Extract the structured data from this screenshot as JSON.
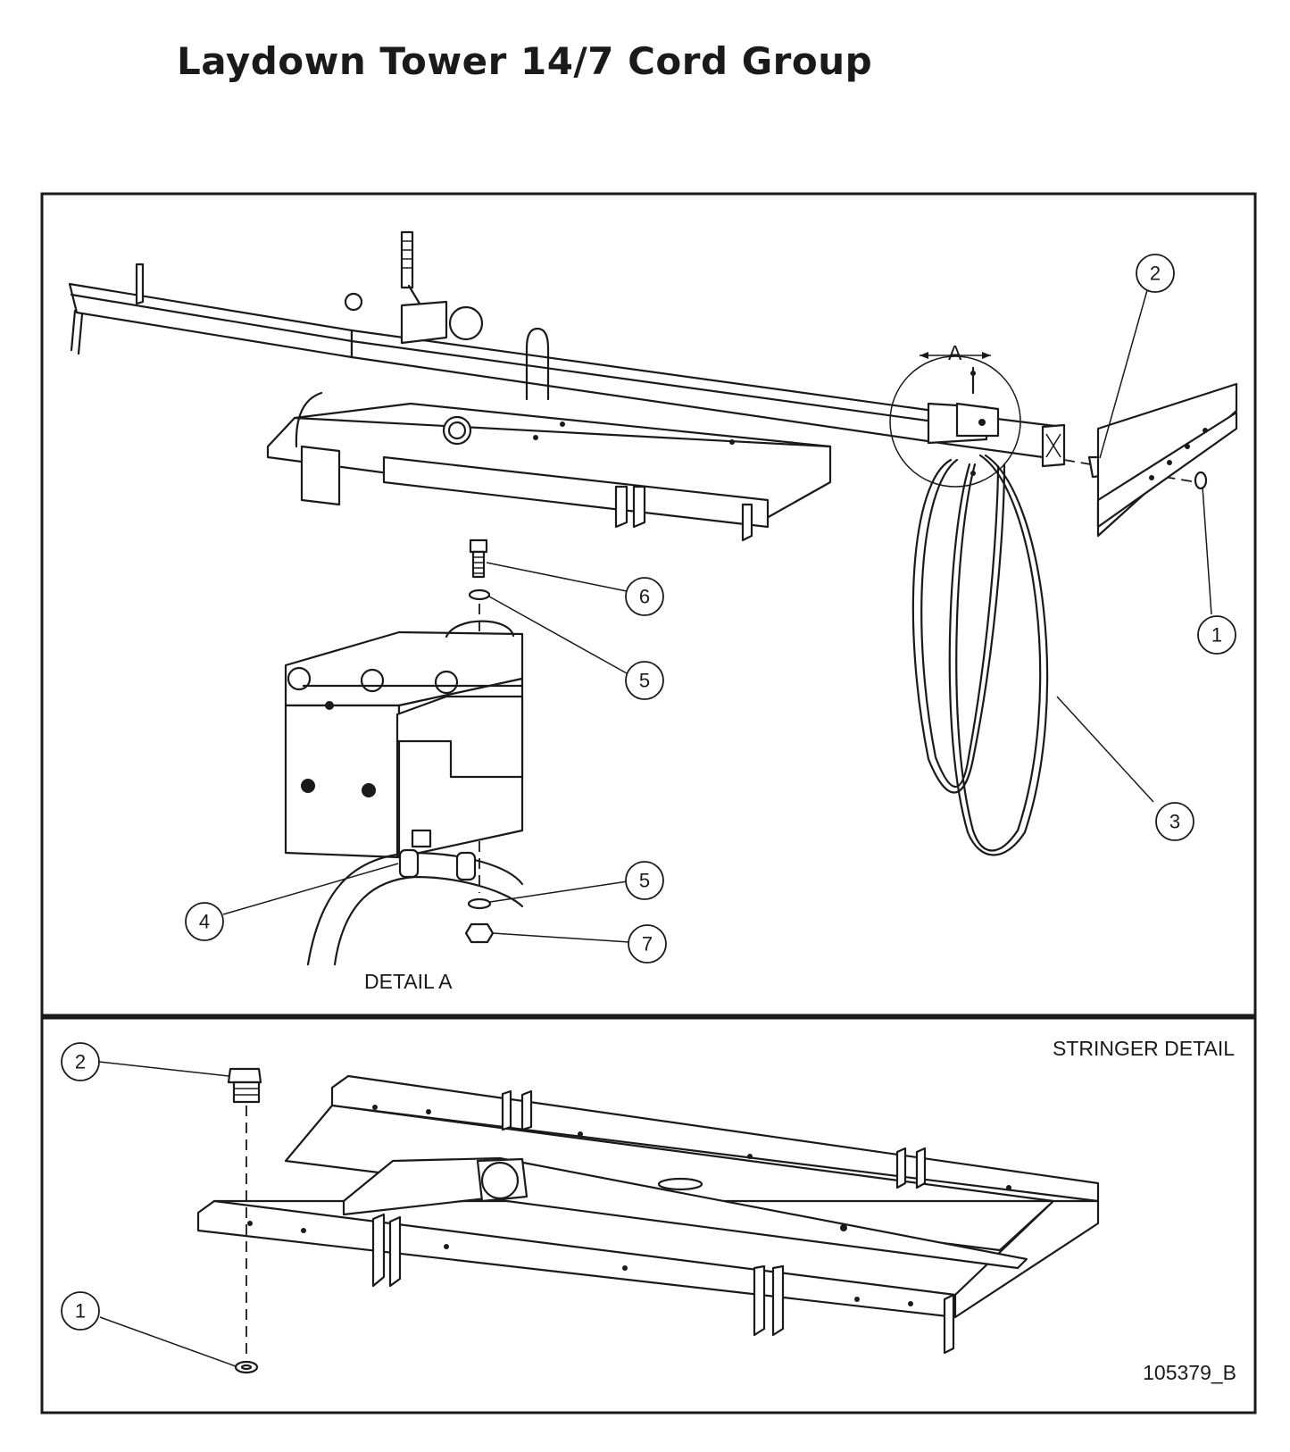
{
  "title": "Laydown Tower 14/7 Cord Group",
  "labels": {
    "detail_a": "DETAIL A",
    "stringer_detail": "STRINGER DETAIL",
    "drawing_number": "105379_B",
    "view_marker": "A"
  },
  "callouts": {
    "top_2": "2",
    "top_1": "1",
    "top_3": "3",
    "detail_6": "6",
    "detail_5_upper": "5",
    "detail_5_lower": "5",
    "detail_4": "4",
    "detail_7": "7",
    "stringer_2": "2",
    "stringer_1": "1"
  }
}
